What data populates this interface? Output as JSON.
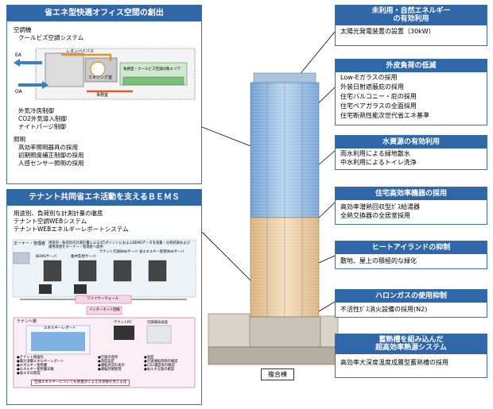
{
  "left_top": {
    "title": "省エネ型快適オフィス空間の創出",
    "ac_heading": "空調機",
    "ac_system": "クールビズ空調システム",
    "diagram": {
      "ea": "EA",
      "oa": "OA",
      "label_bypass": "レタンバイパス",
      "label_mixing": "ミキシング室",
      "label_floor": "事務室",
      "label_note": "執務室・クールビズ空調対象エリア"
    },
    "items1": [
      "外気冷房制御",
      "CO2外気導入制御",
      "ナイトパージ制御"
    ],
    "lighting_heading": "照明",
    "items2": [
      "高効率照明器具の採用",
      "初期照度補正制御の採用",
      "人感センサー照明の採用"
    ]
  },
  "left_bottom": {
    "title": "テナント共同省エネ活動を支えるＢＥＭＳ",
    "items": [
      "用途別、負荷別な計測計量の徹底",
      "テナント空調WEBシステム",
      "テナントWEBエネルギーレポートシステム"
    ],
    "net": {
      "owner": "オーナー・管理者",
      "desc": "用途別・負荷別の計測計量による4万ポイントにおよぶBEMSデータを収集・分析結果および運用改善をオーナー・管理者へ提供",
      "servers": [
        "BEMSサーバ",
        "集中監視サーバ",
        "テナント空調Webサーバ",
        "省エネルギー管理Webサーバ"
      ],
      "firewall": "ファイヤーウォール",
      "internet": "インターネット回線",
      "tenant": "テナント側",
      "tenant_pc": "テナントPC",
      "tenant_web": "空調端末画面",
      "report_title": "エネルギーレポート",
      "list_a": [
        "●テナント側操作",
        "●電力消費エネルギーレポート",
        "●エネルギー使用量",
        "●エネルギー使用量日報",
        "●省エネ対策案"
      ],
      "list_b": [
        "●空調の発停",
        "●温度設定",
        "●運転状況の表示",
        "●運転時間管理"
      ],
      "list_c": [
        "●温度",
        "●空調運転時間の確認",
        "●CO2濃度等の確認",
        "●省エネ方策の確認"
      ],
      "footer": "空調エネルギーについても熱量計による計測値を見える化"
    }
  },
  "building_label": "複合棟",
  "right_panels": [
    {
      "title_lines": [
        "未利用・自然エネルギー",
        "の有効利用"
      ],
      "items": [
        "太陽光発電装置の設置（30kW）"
      ]
    },
    {
      "title_lines": [
        "外皮負荷の低減"
      ],
      "items": [
        "Low-Eガラスの採用",
        "外装日射遮蔽庇の採用",
        "住宅バルコニー・庇の採用",
        "住宅ペアガラスの全面採用",
        "住宅断熱性能次世代省エネ基準"
      ]
    },
    {
      "title_lines": [
        "水資源の有効利用"
      ],
      "items": [
        "雨水利用による緑地散水",
        "中水利用によるトイレ洗浄"
      ]
    },
    {
      "title_lines": [
        "住宅高効率機器の採用"
      ],
      "items": [
        "高効率潜熱回収型ｶﾞｽ給湯器",
        "全熱交換器の全居室採用"
      ]
    },
    {
      "title_lines": [
        "ヒートアイランドの抑制"
      ],
      "items": [
        "敷地、屋上の積極的な緑化"
      ]
    },
    {
      "title_lines": [
        "ハロンガスの使用抑制"
      ],
      "items": [
        "不活性ｶﾞｽ消火設備の採用(N2)"
      ]
    },
    {
      "title_lines": [
        "蓄熱槽を組み込んだ",
        "超高効率熱源システム"
      ],
      "items": [
        "高効率大深度温度成層型蓄熱槽の採用"
      ]
    }
  ],
  "colors": {
    "panel_header": "#2f67a8",
    "border": "#3a6fa8",
    "office_band": "#9ec3e6",
    "residential_band": "#e8c99b"
  }
}
